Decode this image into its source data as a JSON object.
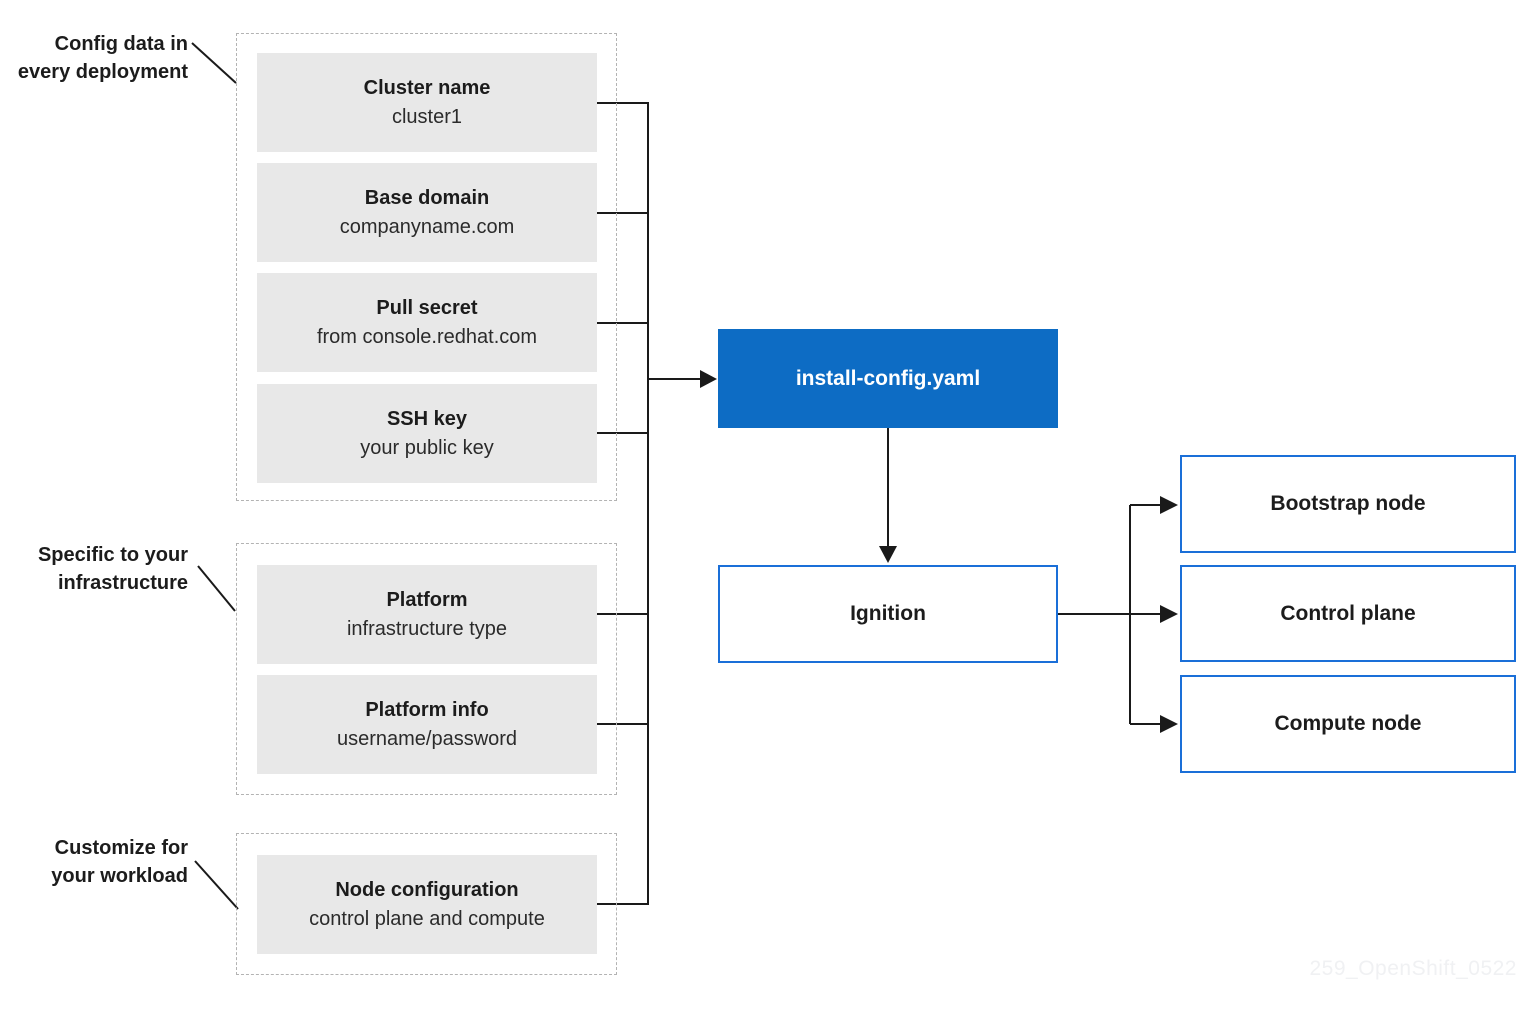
{
  "groups": [
    {
      "label_line1": "Config data in",
      "label_line2": "every deployment",
      "boxes": [
        {
          "title": "Cluster name",
          "subtitle": "cluster1"
        },
        {
          "title": "Base domain",
          "subtitle": "companyname.com"
        },
        {
          "title": "Pull secret",
          "subtitle": "from console.redhat.com"
        },
        {
          "title": "SSH key",
          "subtitle": "your public key"
        }
      ]
    },
    {
      "label_line1": "Specific to your",
      "label_line2": "infrastructure",
      "boxes": [
        {
          "title": "Platform",
          "subtitle": "infrastructure type"
        },
        {
          "title": "Platform info",
          "subtitle": "username/password"
        }
      ]
    },
    {
      "label_line1": "Customize for",
      "label_line2": "your workload",
      "boxes": [
        {
          "title": "Node configuration",
          "subtitle": "control plane and compute"
        }
      ]
    }
  ],
  "center": {
    "install_config": "install-config.yaml",
    "ignition": "Ignition"
  },
  "outputs": [
    {
      "label": "Bootstrap node"
    },
    {
      "label": "Control plane"
    },
    {
      "label": "Compute node"
    }
  ],
  "watermark": {
    "text": "259_OpenShift_0522"
  },
  "colors": {
    "accent_blue_fill": "#0d6cc4",
    "outline_blue": "#1a6fd8",
    "input_box_gray": "#e8e8e8",
    "connector_black": "#1a1a1a",
    "dashed_border_gray": "#b3b3b3",
    "watermark_gray": "#f0f1f3"
  }
}
